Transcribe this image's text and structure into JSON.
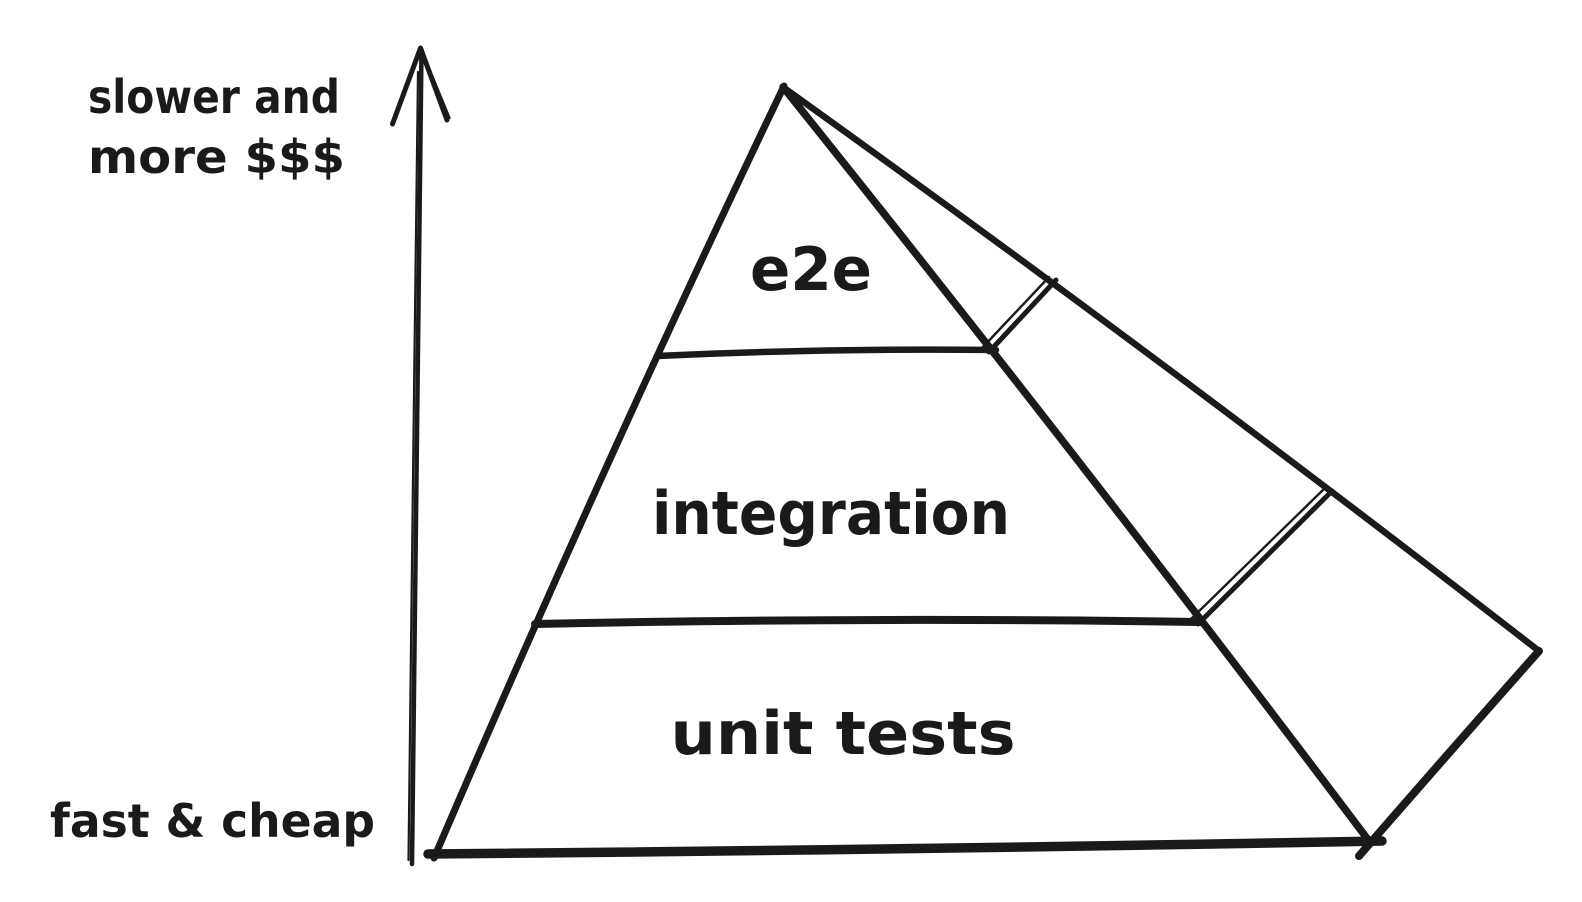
{
  "colors": {
    "ink": "#1a1a1a",
    "background": "#ffffff"
  },
  "axis": {
    "icon": "arrow-up-icon",
    "top_label_line1": "slower and",
    "top_label_line2": "more $$$",
    "bottom_label": "fast & cheap"
  },
  "pyramid": {
    "levels": [
      {
        "label": "e2e"
      },
      {
        "label": "integration"
      },
      {
        "label": "unit tests"
      }
    ]
  }
}
